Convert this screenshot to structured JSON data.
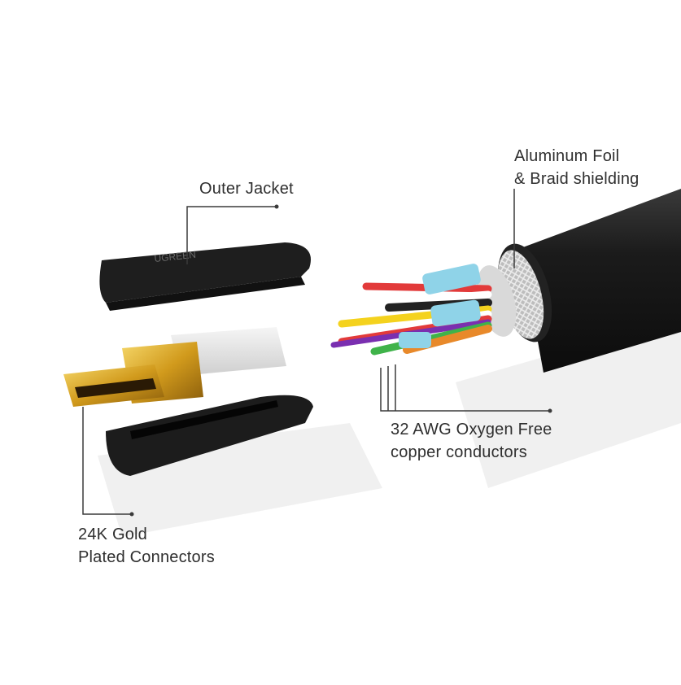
{
  "labels": {
    "outer_jacket": "Outer Jacket",
    "shielding_line1": "Aluminum Foil",
    "shielding_line2": "& Braid shielding",
    "conductors_line1": "32 AWG Oxygen Free",
    "conductors_line2": "copper conductors",
    "gold_line1": "24K Gold",
    "gold_line2": "Plated Connectors"
  },
  "brand_text": "UGREEN",
  "colors": {
    "jacket": "#1c1c1c",
    "gold": "#d4a21f",
    "callout_line": "#3a3a3a",
    "text": "#2f2f2f",
    "wires": [
      "#e23a3a",
      "#f4d21e",
      "#7a2fb0",
      "#3fb34a",
      "#e8892a",
      "#ffffff",
      "#222222",
      "#8fd3e8"
    ]
  }
}
